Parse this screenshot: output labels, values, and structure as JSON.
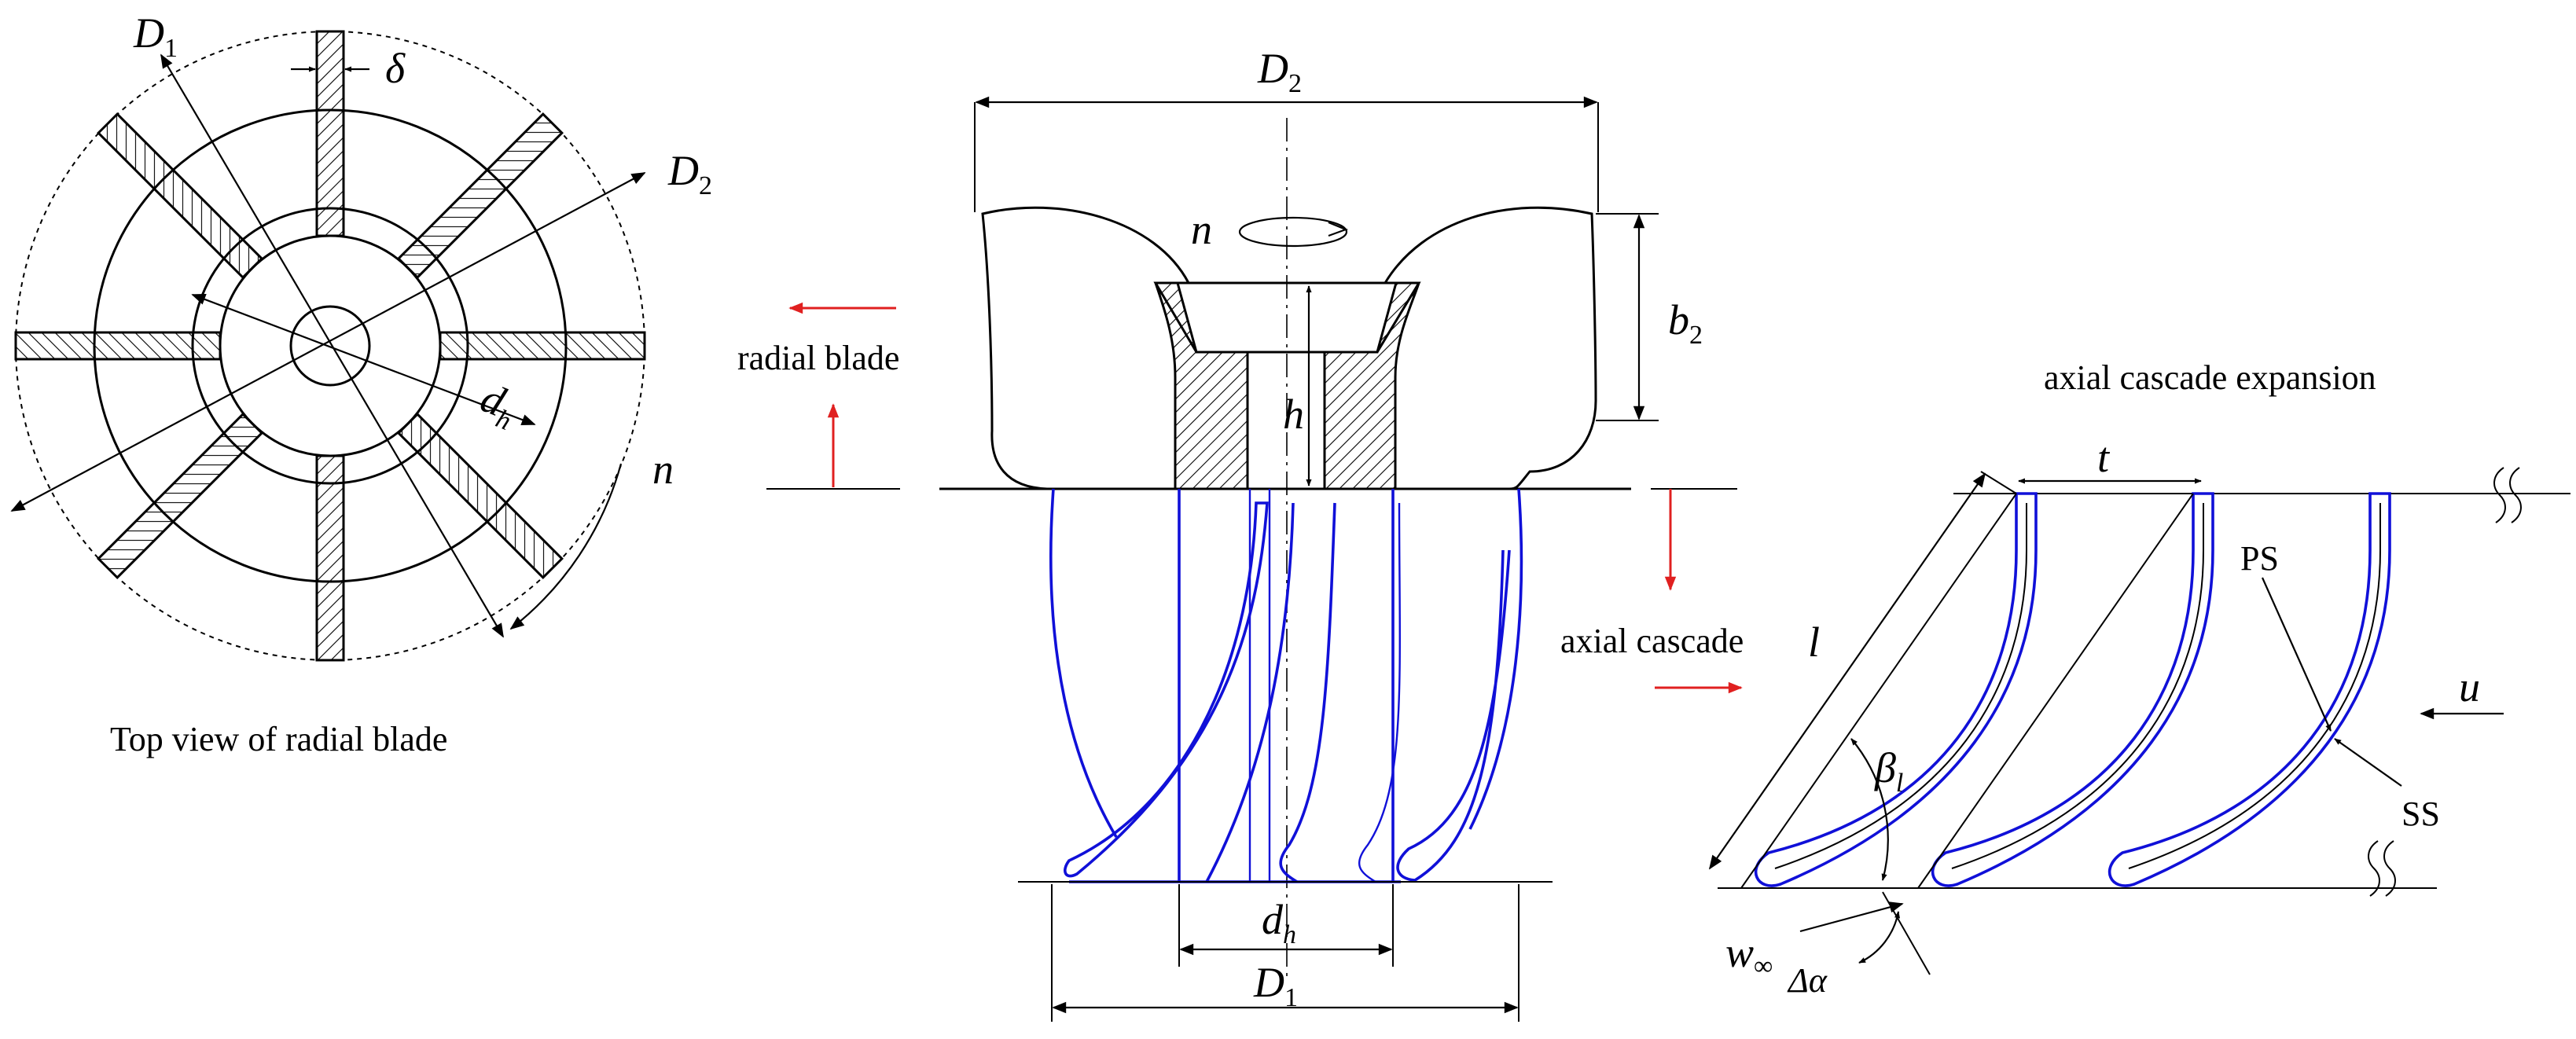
{
  "labels": {
    "top_view": "Top view of radial blade",
    "radial_blade": "radial blade",
    "axial_cascade": "axial cascade",
    "axial_expansion": "axial cascade expansion",
    "ps": "PS",
    "ss": "SS"
  },
  "symbols": {
    "D": "D",
    "one": "1",
    "two": "2",
    "delta": "δ",
    "n": "n",
    "d": "d",
    "h_sub": "h",
    "b": "b",
    "h": "h",
    "t": "t",
    "l": "l",
    "beta": "β",
    "l_sub": "l",
    "u": "u",
    "w": "w",
    "inf": "∞",
    "dalpha": "Δα"
  },
  "colors": {
    "outline": "#000000",
    "blade": "#1010d8",
    "arrow": "#e02020"
  }
}
